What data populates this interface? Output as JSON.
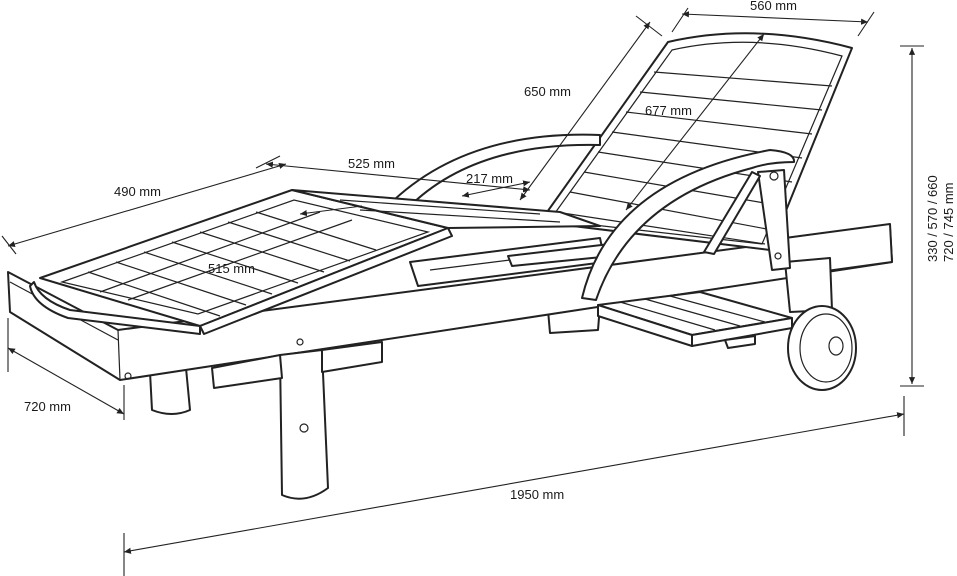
{
  "dimensions": {
    "backrest_width": "560 mm",
    "backrest_length_outer": "650 mm",
    "backrest_length_inner": "677 mm",
    "seat_length": "525 mm",
    "seat_width_outer": "490 mm",
    "armrest_offset": "217 mm",
    "seat_inner": "515 mm",
    "lounger_width": "720 mm",
    "overall_length": "1950 mm",
    "height_positions": "330 / 570 / 660",
    "height_total": "720 / 745 mm"
  }
}
